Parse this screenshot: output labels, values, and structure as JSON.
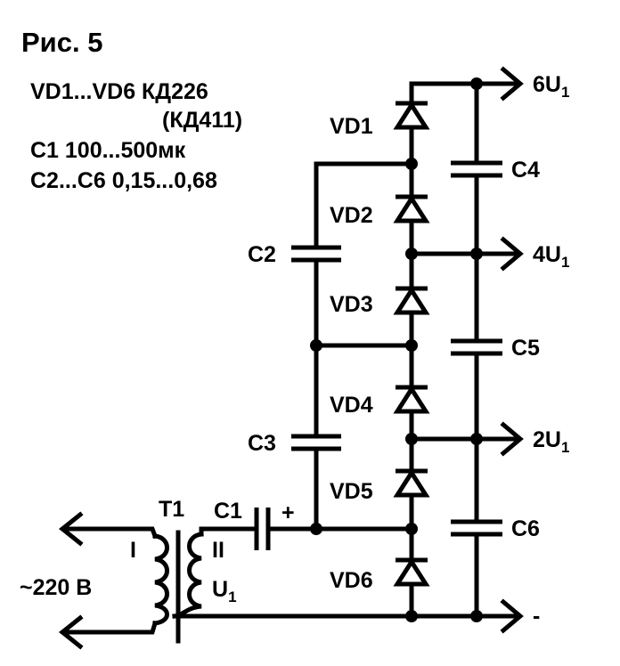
{
  "figure_title": "Рис. 5",
  "notes": [
    "VD1...VD6 КД226",
    "(КД411)",
    "C1 100...500мк",
    "C2...C6 0,15...0,68"
  ],
  "components": {
    "transformer": "T1",
    "primary_winding": "I",
    "secondary_winding": "II",
    "secondary_voltage_main": "U",
    "secondary_voltage_sub": "1",
    "input_voltage": "~220 В",
    "c1": "C1",
    "c1_polarity": "+",
    "capacitors_left": [
      "C2",
      "C3"
    ],
    "capacitors_right": [
      "C4",
      "C5",
      "C6"
    ],
    "diodes": [
      "VD1",
      "VD2",
      "VD3",
      "VD4",
      "VD5",
      "VD6"
    ]
  },
  "outputs": [
    {
      "main": "6U",
      "sub": "1"
    },
    {
      "main": "4U",
      "sub": "1"
    },
    {
      "main": "2U",
      "sub": "1"
    },
    {
      "main": "-",
      "sub": ""
    }
  ]
}
